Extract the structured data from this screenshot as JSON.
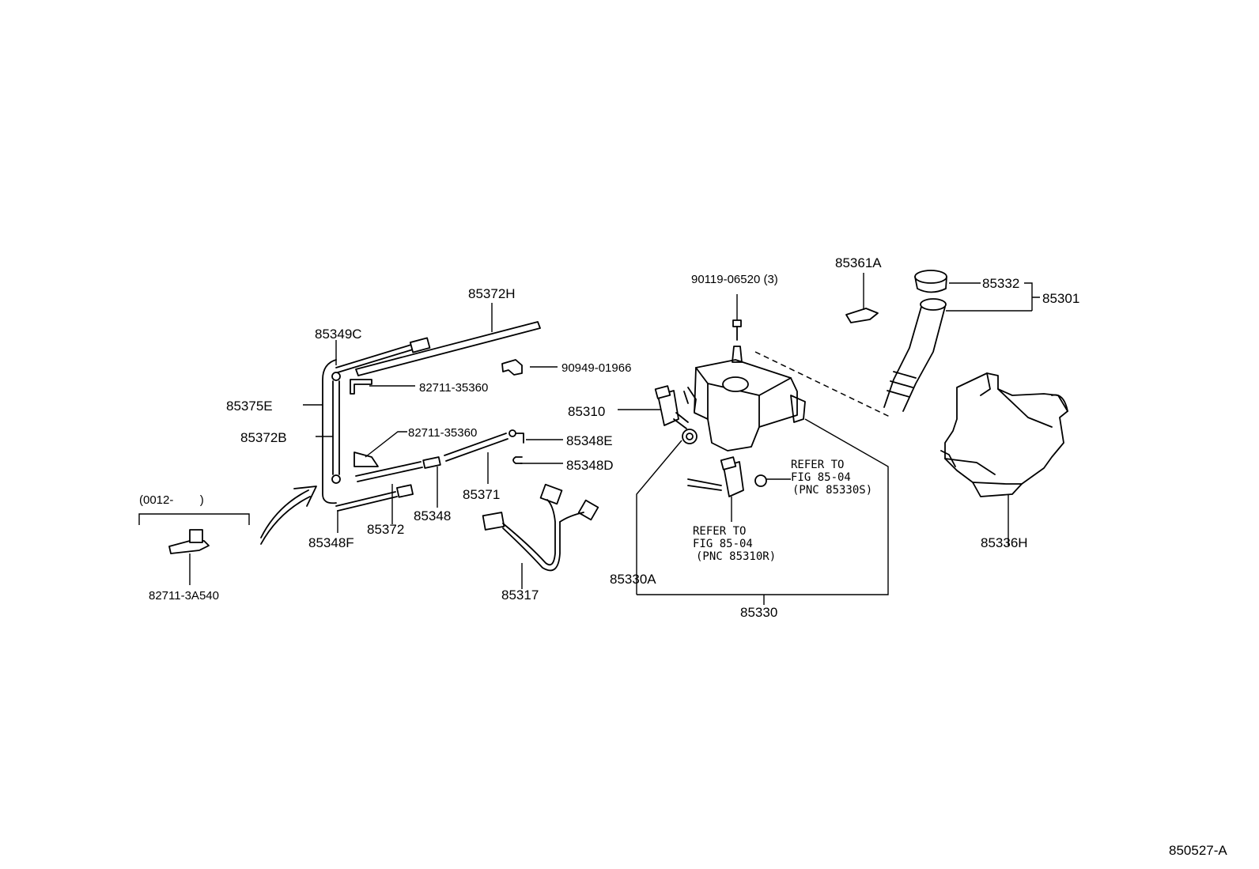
{
  "labels": {
    "p85372H": "85372H",
    "p85349C": "85349C",
    "p90949_01966": "90949-01966",
    "p82711_35360_a": "82711-35360",
    "p85375E": "85375E",
    "p85372B": "85372B",
    "p82711_35360_b": "82711-35360",
    "p85348E": "85348E",
    "p85348D": "85348D",
    "p85371": "85371",
    "p85348": "85348",
    "p85372": "85372",
    "p85348F": "85348F",
    "p85317": "85317",
    "p0012": "(0012-        )",
    "p82711_3A540": "82711-3A540",
    "p90119_06520": "90119-06520 (3)",
    "p85310": "85310",
    "p85330A": "85330A",
    "p85330": "85330",
    "p85361A": "85361A",
    "p85332": "85332",
    "p85301": "85301",
    "p85336H": "85336H",
    "ref1_l1": "REFER TO",
    "ref1_l2": "FIG 85-04",
    "ref1_l3": "(PNC 85330S)",
    "ref2_l1": "REFER TO",
    "ref2_l2": "FIG 85-04",
    "ref2_l3": "(PNC 85310R)",
    "figure_id": "850527-A"
  },
  "icons": [
    "washer-tank",
    "filler-pipe",
    "tank-cap",
    "pump-motor",
    "hose",
    "clamp",
    "wire-harness",
    "bracket",
    "splash-shield",
    "arrow"
  ]
}
